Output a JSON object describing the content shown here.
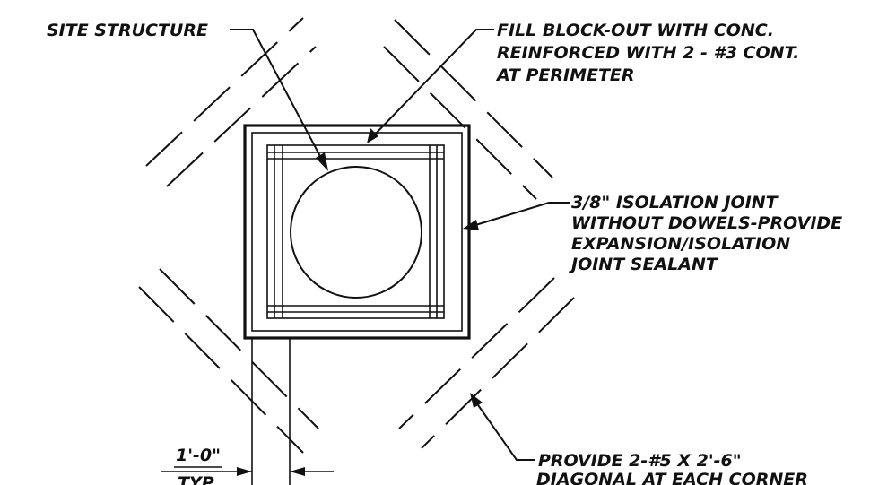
{
  "labels": {
    "site_structure": "SITE STRUCTURE",
    "fill_blockout": [
      "FILL BLOCK-OUT WITH CONC.",
      "REINFORCED WITH 2 - #3 CONT.",
      "AT PERIMETER"
    ],
    "isolation_joint": [
      "3/8\"  ISOLATION JOINT",
      "WITHOUT DOWELS-PROVIDE",
      "EXPANSION/ISOLATION",
      "JOINT SEALANT"
    ],
    "dimension": "1'-0\"",
    "dimension_sub": "TYP.",
    "provide_bars": [
      "PROVIDE 2-#5 X 2'-6\"",
      "DIAGONAL AT EACH CORNER"
    ]
  },
  "colors": {
    "line": "#111111",
    "background": "#ffffff"
  }
}
